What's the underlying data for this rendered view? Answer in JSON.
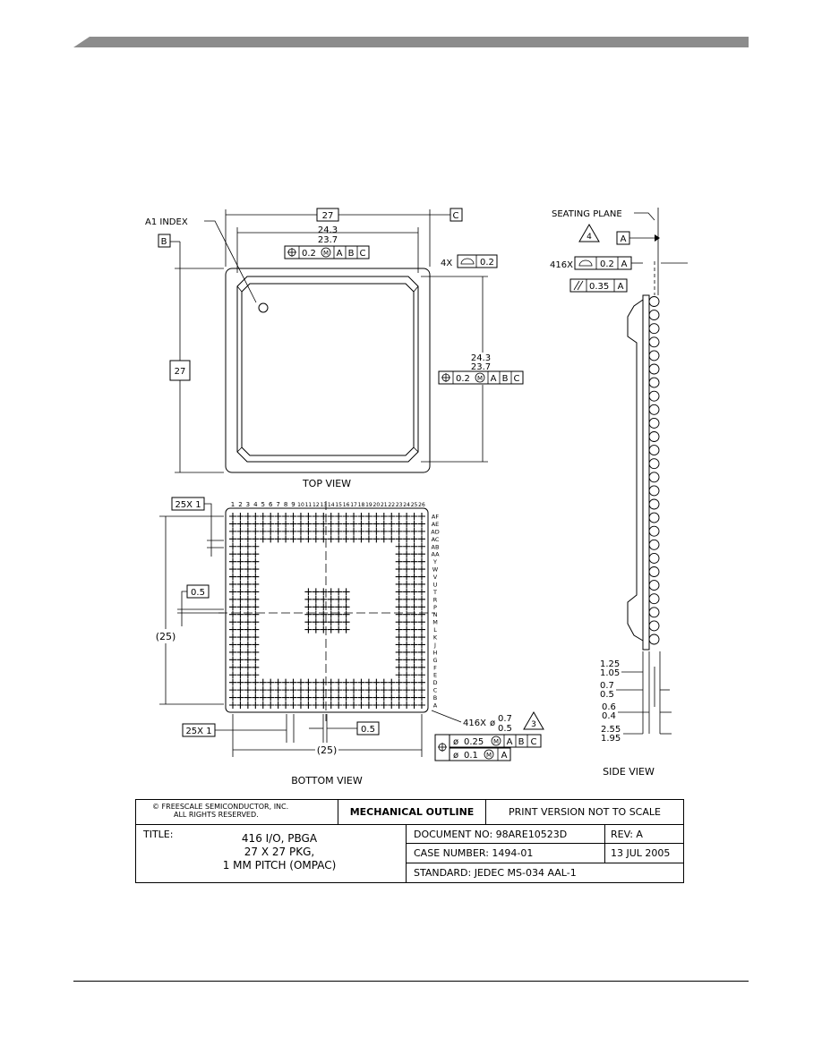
{
  "top_view": {
    "caption": "TOP VIEW",
    "a1_index": "A1 INDEX",
    "datum_b": "B",
    "datum_c": "C",
    "width_basic": "27",
    "height_basic": "27",
    "inner_width_max": "24.3",
    "inner_width_min": "23.7",
    "inner_height_max": "24.3",
    "inner_height_min": "23.7",
    "tol_position": "0.2",
    "tol_modifier": "M",
    "ref_a": "A",
    "ref_b": "B",
    "ref_c": "C",
    "flatness_count": "4X",
    "flatness_value": "0.2"
  },
  "bottom_view": {
    "caption": "BOTTOM VIEW",
    "columns": [
      "1",
      "2",
      "3",
      "4",
      "5",
      "6",
      "7",
      "8",
      "9",
      "10",
      "11",
      "12",
      "13",
      "14",
      "15",
      "16",
      "17",
      "18",
      "19",
      "20",
      "21",
      "22",
      "23",
      "24",
      "25",
      "26"
    ],
    "rows": [
      "AF",
      "AE",
      "AD",
      "AC",
      "AB",
      "AA",
      "Y",
      "W",
      "V",
      "U",
      "T",
      "R",
      "P",
      "N",
      "M",
      "L",
      "K",
      "J",
      "H",
      "G",
      "F",
      "E",
      "D",
      "C",
      "B",
      "A"
    ],
    "pitch_rows": "25X 1",
    "pitch_cols": "25X 1",
    "half_pitch_left": "0.5",
    "half_pitch_bottom": "0.5",
    "span_vertical": "(25)",
    "span_horizontal": "(25)",
    "ball_count": "416X",
    "ball_dia_max": "0.7",
    "ball_dia_min": "0.5",
    "ball_note": "3",
    "tol_1": "0.25",
    "tol_2": "0.1",
    "tol_modifier": "M",
    "ref_a": "A",
    "ref_b": "B",
    "ref_c": "C"
  },
  "side_view": {
    "caption": "SIDE VIEW",
    "seating_plane": "SEATING PLANE",
    "seating_note": "4",
    "datum_a": "A",
    "coplanarity_count": "416X",
    "coplanarity_value": "0.2",
    "coplanarity_ref": "A",
    "parallel_value": "0.35",
    "parallel_ref": "A",
    "dim1_max": "1.25",
    "dim1_min": "1.05",
    "dim2_max": "0.7",
    "dim2_min": "0.5",
    "dim3_max": "0.6",
    "dim3_min": "0.4",
    "dim4_max": "2.55",
    "dim4_min": "1.95"
  },
  "title_block": {
    "copyright_line1": "© FREESCALE SEMICONDUCTOR, INC.",
    "copyright_line2": "ALL RIGHTS RESERVED.",
    "outline": "MECHANICAL OUTLINE",
    "print_note": "PRINT VERSION NOT TO SCALE",
    "title_label": "TITLE:",
    "title_line1": "416 I/O, PBGA",
    "title_line2": "27 X 27 PKG,",
    "title_line3": "1 MM PITCH (OMPAC)",
    "document_no": "DOCUMENT NO: 98ARE10523D",
    "rev": "REV: A",
    "case_number": "CASE NUMBER: 1494-01",
    "date": "13 JUL 2005",
    "standard": "STANDARD: JEDEC MS-034   AAL-1"
  }
}
